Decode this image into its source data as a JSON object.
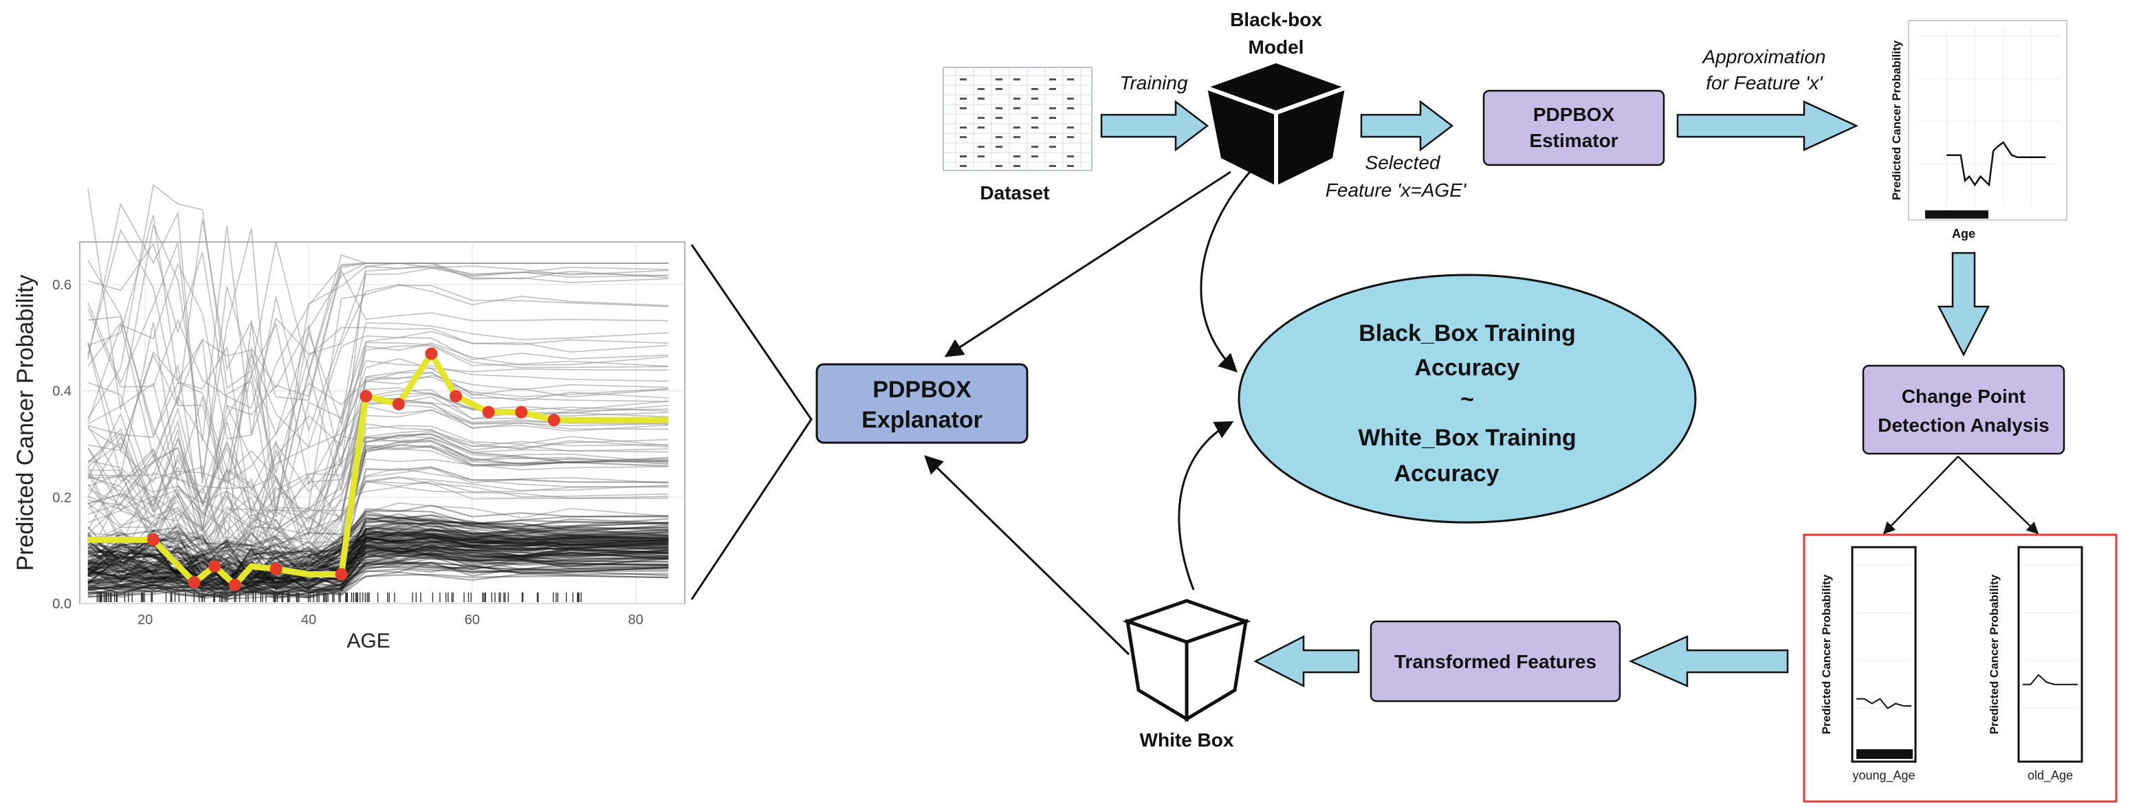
{
  "nodes": {
    "dataset_label": "Dataset",
    "blackbox_label_line1": "Black-box",
    "blackbox_label_line2": "Model",
    "estimator_line1": "PDPBOX",
    "estimator_line2": "Estimator",
    "explanator_line1": "PDPBOX",
    "explanator_line2": "Explanator",
    "change_point_line1": "Change Point",
    "change_point_line2": "Detection Analysis",
    "transformed_features": "Transformed Features",
    "whitebox_label": "White Box",
    "accuracy_line1": "Black_Box Training",
    "accuracy_line2": "Accuracy",
    "accuracy_line3": "~",
    "accuracy_line4": "White_Box Training",
    "accuracy_line5": "Accuracy"
  },
  "edges": {
    "training": "Training",
    "selected_line1": "Selected",
    "selected_line2": "Feature 'x=AGE'",
    "approx_line1": "Approximation",
    "approx_line2": "for Feature 'x'"
  },
  "colors": {
    "node_fill": "#c8bde6",
    "explanator_fill": "#9fb3df",
    "ellipse_fill": "#9fd9ea",
    "arrow_fill": "#9fd4e6",
    "pdp_line": "#e3e62b",
    "pdp_point": "#e53b2c",
    "highlight_border": "#e53935"
  },
  "chart_data": [
    {
      "type": "line",
      "title": "",
      "xlabel": "AGE",
      "ylabel": "Predicted Cancer Probability",
      "xlim": [
        12,
        86
      ],
      "ylim": [
        0,
        0.68
      ],
      "x_ticks": [
        20,
        40,
        60,
        80
      ],
      "y_ticks": [
        0.0,
        0.2,
        0.4,
        0.6
      ],
      "y_tick_labels": [
        "0.0",
        "0.2",
        "0.4",
        "0.6"
      ],
      "grid": true,
      "series": [
        {
          "x": [
            13,
            21,
            26,
            28.5,
            31,
            33,
            36,
            40,
            44,
            47,
            51,
            55,
            58,
            62,
            66,
            70,
            84
          ],
          "values": [
            0.12,
            0.12,
            0.04,
            0.07,
            0.035,
            0.07,
            0.065,
            0.055,
            0.055,
            0.39,
            0.375,
            0.47,
            0.39,
            0.36,
            0.36,
            0.345,
            0.345
          ],
          "markers": [
            false,
            true,
            true,
            true,
            true,
            false,
            true,
            false,
            true,
            true,
            true,
            true,
            true,
            true,
            true,
            true,
            false
          ]
        }
      ]
    },
    {
      "type": "line",
      "title": "",
      "xlabel": "Age",
      "ylabel": "Predicted Cancer Probability",
      "xlim": [
        0,
        100
      ],
      "ylim": [
        0,
        0.42
      ],
      "series": [
        {
          "x": [
            20,
            30,
            33,
            36,
            40,
            44,
            47,
            50,
            53,
            56,
            60,
            66,
            70,
            80,
            90
          ],
          "values": [
            0.12,
            0.12,
            0.06,
            0.07,
            0.05,
            0.07,
            0.06,
            0.05,
            0.13,
            0.14,
            0.15,
            0.12,
            0.115,
            0.115,
            0.115
          ]
        }
      ]
    },
    {
      "type": "line",
      "title": "",
      "xlabel": "young_Age",
      "ylabel": "Predicted Cancer Probability",
      "ylim": [
        0,
        0.42
      ],
      "series": [
        {
          "x": [
            0,
            1,
            2,
            3,
            4,
            5,
            6,
            7
          ],
          "values": [
            0.12,
            0.12,
            0.11,
            0.12,
            0.1,
            0.11,
            0.105,
            0.105
          ]
        }
      ]
    },
    {
      "type": "line",
      "title": "",
      "xlabel": "old_Age",
      "ylabel": "Predicted Cancer Probability",
      "ylim": [
        0,
        0.42
      ],
      "series": [
        {
          "x": [
            0,
            1,
            2,
            3,
            4,
            5,
            6,
            7
          ],
          "values": [
            0.15,
            0.15,
            0.17,
            0.155,
            0.15,
            0.15,
            0.15,
            0.15
          ]
        }
      ]
    }
  ]
}
